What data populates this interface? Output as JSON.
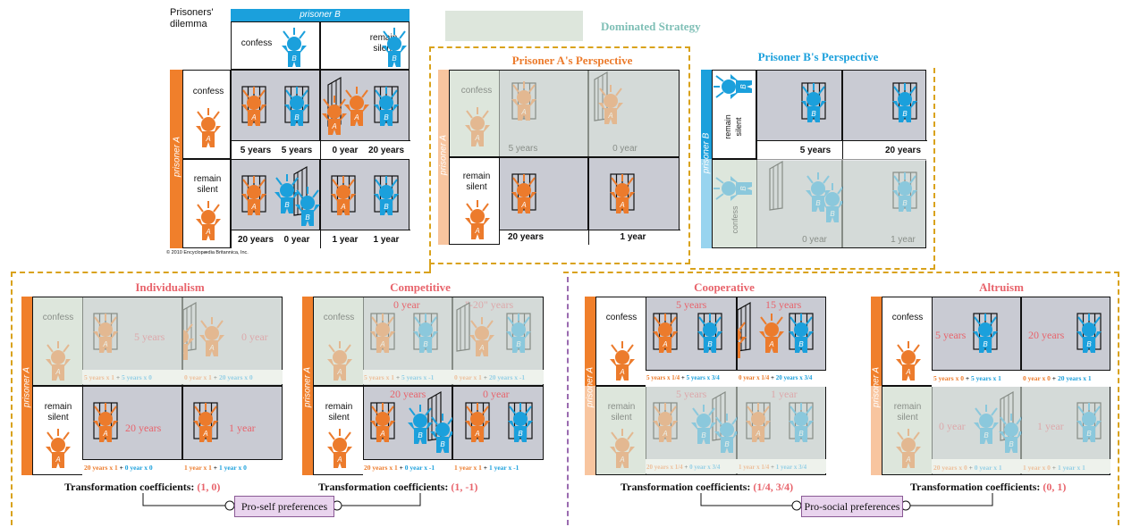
{
  "main": {
    "title": "Prisoners' dilemma",
    "prisoner_b": "prisoner B",
    "prisoner_a": "prisoner A",
    "b_confess": "confess",
    "b_silent": "remain silent",
    "a_confess": "confess",
    "a_silent": "remain silent",
    "copyright": "© 2010 Encyclopædia Britannica, Inc.",
    "payoffs": [
      [
        "5 years",
        "5 years",
        "0 year",
        "20 years"
      ],
      [
        "20 years",
        "0 year",
        "1 year",
        "1 year"
      ]
    ]
  },
  "legend": {
    "label": "Dominated Strategy",
    "color": "#dde6dc"
  },
  "perspective_a": {
    "title": "Prisoner A's Perspective",
    "side_label": "prisoner A",
    "confess": "confess",
    "silent": "remain silent",
    "payoffs": [
      "5 years",
      "0 year",
      "20 years",
      "1 year"
    ]
  },
  "perspective_b": {
    "title": "Prisoner B's Perspective",
    "side_label": "prisoner B",
    "silent": "remain silent",
    "confess": "confess",
    "payoffs": [
      "5 years",
      "20 years",
      "0 year",
      "1 year"
    ]
  },
  "panels": [
    {
      "title": "Individualism",
      "side_label": "prisoner A",
      "confess": "confess",
      "silent": "remain silent",
      "values": [
        "5 years",
        "0 year",
        "20 years",
        "1 year"
      ],
      "formulas": [
        [
          "5 years x 1",
          "5 years x 0"
        ],
        [
          "0 year x 1",
          "20 years x 0"
        ],
        [
          "20 years x 1",
          "0 year x 0"
        ],
        [
          "1 year x 1",
          "1 year x 0"
        ]
      ],
      "coef_label": "Transformation coefficients:",
      "coef_value": "(1, 0)"
    },
    {
      "title": "Competitive",
      "side_label": "prisoner A",
      "confess": "confess",
      "silent": "remain silent",
      "values": [
        "0 year",
        "\"-20\" years",
        "20 years",
        "0 year"
      ],
      "formulas": [
        [
          "5 years x 1",
          "5 years x -1"
        ],
        [
          "0 year x 1",
          "20 years x -1"
        ],
        [
          "20 years x 1",
          "0 year x -1"
        ],
        [
          "1 year x 1",
          "1 year x -1"
        ]
      ],
      "coef_label": "Transformation coefficients:",
      "coef_value": "(1, -1)"
    },
    {
      "title": "Cooperative",
      "side_label": "prisoner A",
      "confess": "confess",
      "silent": "remain silent",
      "values": [
        "5 years",
        "15 years",
        "5 years",
        "1 year"
      ],
      "formulas": [
        [
          "5 years x 1/4",
          "5 years x 3/4"
        ],
        [
          "0 year x 1/4",
          "20 years x 3/4"
        ],
        [
          "20 years x 1/4",
          "0 year x 3/4"
        ],
        [
          "1 year x 1/4",
          "1 year x 3/4"
        ]
      ],
      "coef_label": "Transformation coefficients:",
      "coef_value": "(1/4, 3/4)"
    },
    {
      "title": "Altruism",
      "side_label": "prisoner A",
      "confess": "confess",
      "silent": "remain silent",
      "values": [
        "5 years",
        "20 years",
        "0 year",
        "1 year"
      ],
      "formulas": [
        [
          "5 years x 0",
          "5 years x 1"
        ],
        [
          "0 year x 0",
          "20 years x 1"
        ],
        [
          "20 years x 0",
          "0 year x 1"
        ],
        [
          "1 year x 0",
          "1 year x 1"
        ]
      ],
      "coef_label": "Transformation coefficients:",
      "coef_value": "(0, 1)"
    }
  ],
  "pro_self": "Pro-self preferences",
  "pro_social": "Pro-social preferences",
  "plus": "+",
  "colors": {
    "orange": "#ec7b2c",
    "blue": "#1ba0dc",
    "red": "#e8646c",
    "gray": "#c9cbd3",
    "green": "#dde6dc"
  }
}
